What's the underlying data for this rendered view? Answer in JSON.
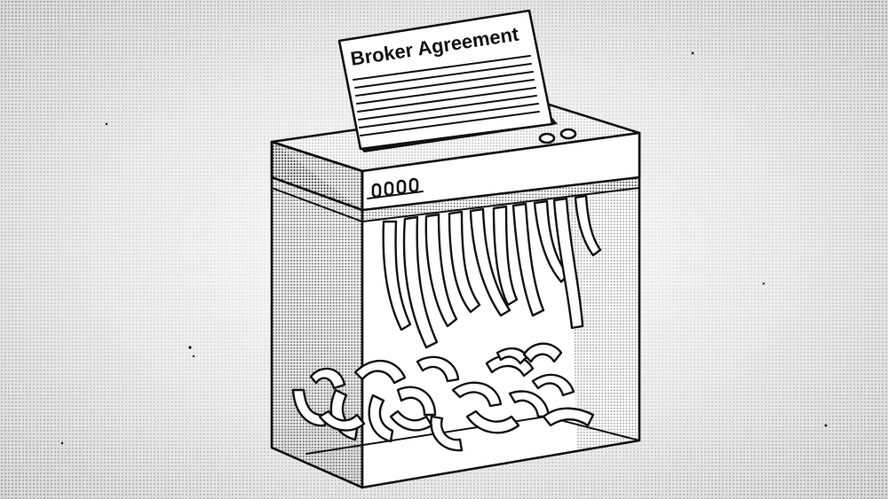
{
  "document": {
    "title": "Broker Agreement"
  },
  "shredder": {
    "indicator_lights": 4,
    "control_buttons": 2
  },
  "colors": {
    "ink": "#111111",
    "paper": "#ffffff",
    "background": "#d9d9d9",
    "halftone": "#8a8a8a"
  }
}
